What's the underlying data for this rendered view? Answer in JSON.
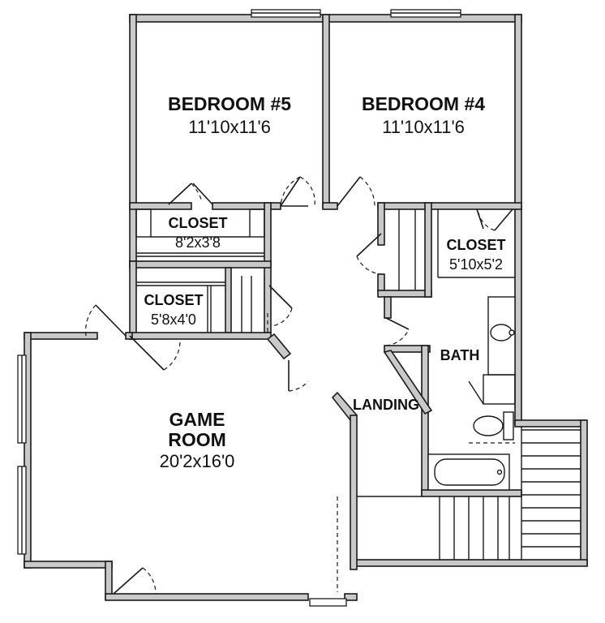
{
  "rooms": {
    "bedroom5": {
      "name": "BEDROOM #5",
      "size": "11'10x11'6"
    },
    "bedroom4": {
      "name": "BEDROOM #4",
      "size": "11'10x11'6"
    },
    "closet_a": {
      "name": "CLOSET",
      "size": "8'2x3'8"
    },
    "closet_b": {
      "name": "CLOSET",
      "size": "5'10x5'2"
    },
    "closet_c": {
      "name": "CLOSET",
      "size": "5'8x4'0"
    },
    "bath": {
      "name": "BATH"
    },
    "landing": {
      "name": "LANDING"
    },
    "game_room": {
      "name_line1": "GAME",
      "name_line2": "ROOM",
      "size": "20'2x16'0"
    }
  },
  "colors": {
    "wall_fill": "#c9c9c9",
    "line": "#1a1a1a",
    "background": "#ffffff"
  }
}
